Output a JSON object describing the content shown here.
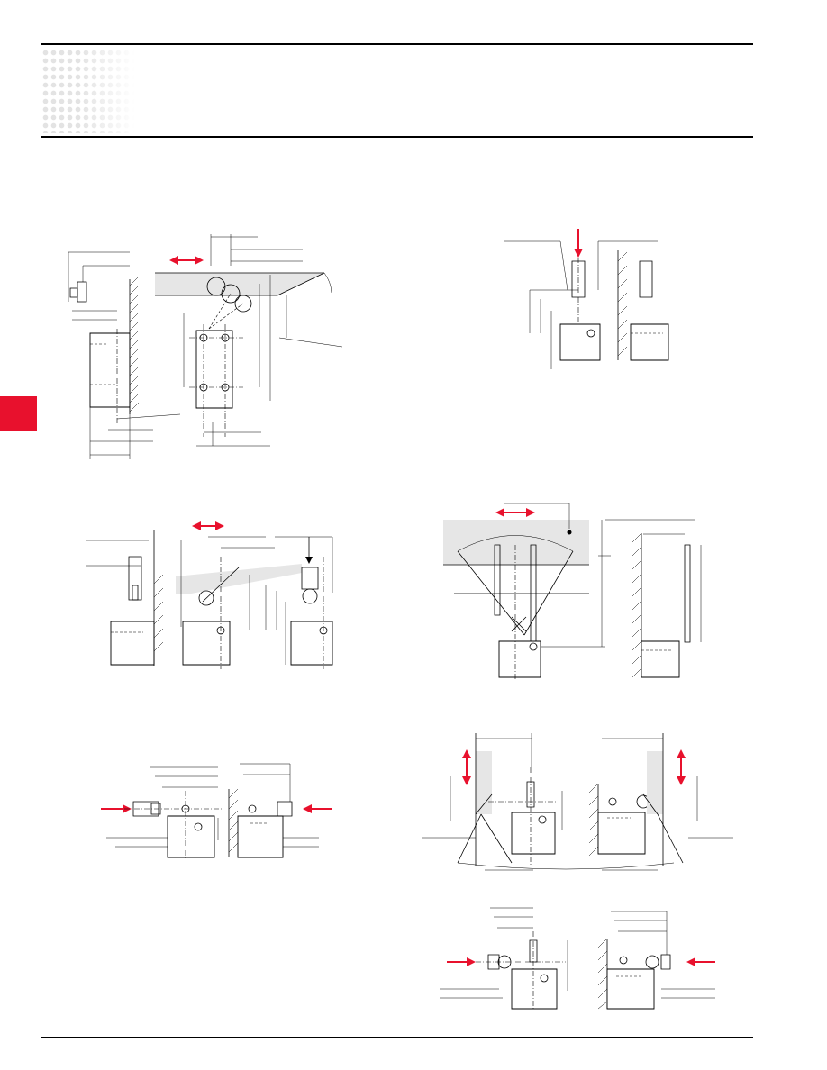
{
  "page": {
    "accent_color": "#e8112d",
    "header_pattern": "halftone-dots",
    "figures": [
      {
        "id": "fig-roller-lever-side",
        "icon": "switch-roller-lever-drawing"
      },
      {
        "id": "fig-pin-plunger",
        "icon": "switch-pin-plunger-drawing"
      },
      {
        "id": "fig-lever-side",
        "icon": "switch-lever-drawing"
      },
      {
        "id": "fig-wobble-stick",
        "icon": "switch-wobble-stick-drawing"
      },
      {
        "id": "fig-side-plunger",
        "icon": "switch-side-plunger-drawing"
      },
      {
        "id": "fig-spring-lever",
        "icon": "switch-spring-lever-drawing"
      },
      {
        "id": "fig-side-pin",
        "icon": "switch-side-pin-drawing"
      }
    ]
  }
}
